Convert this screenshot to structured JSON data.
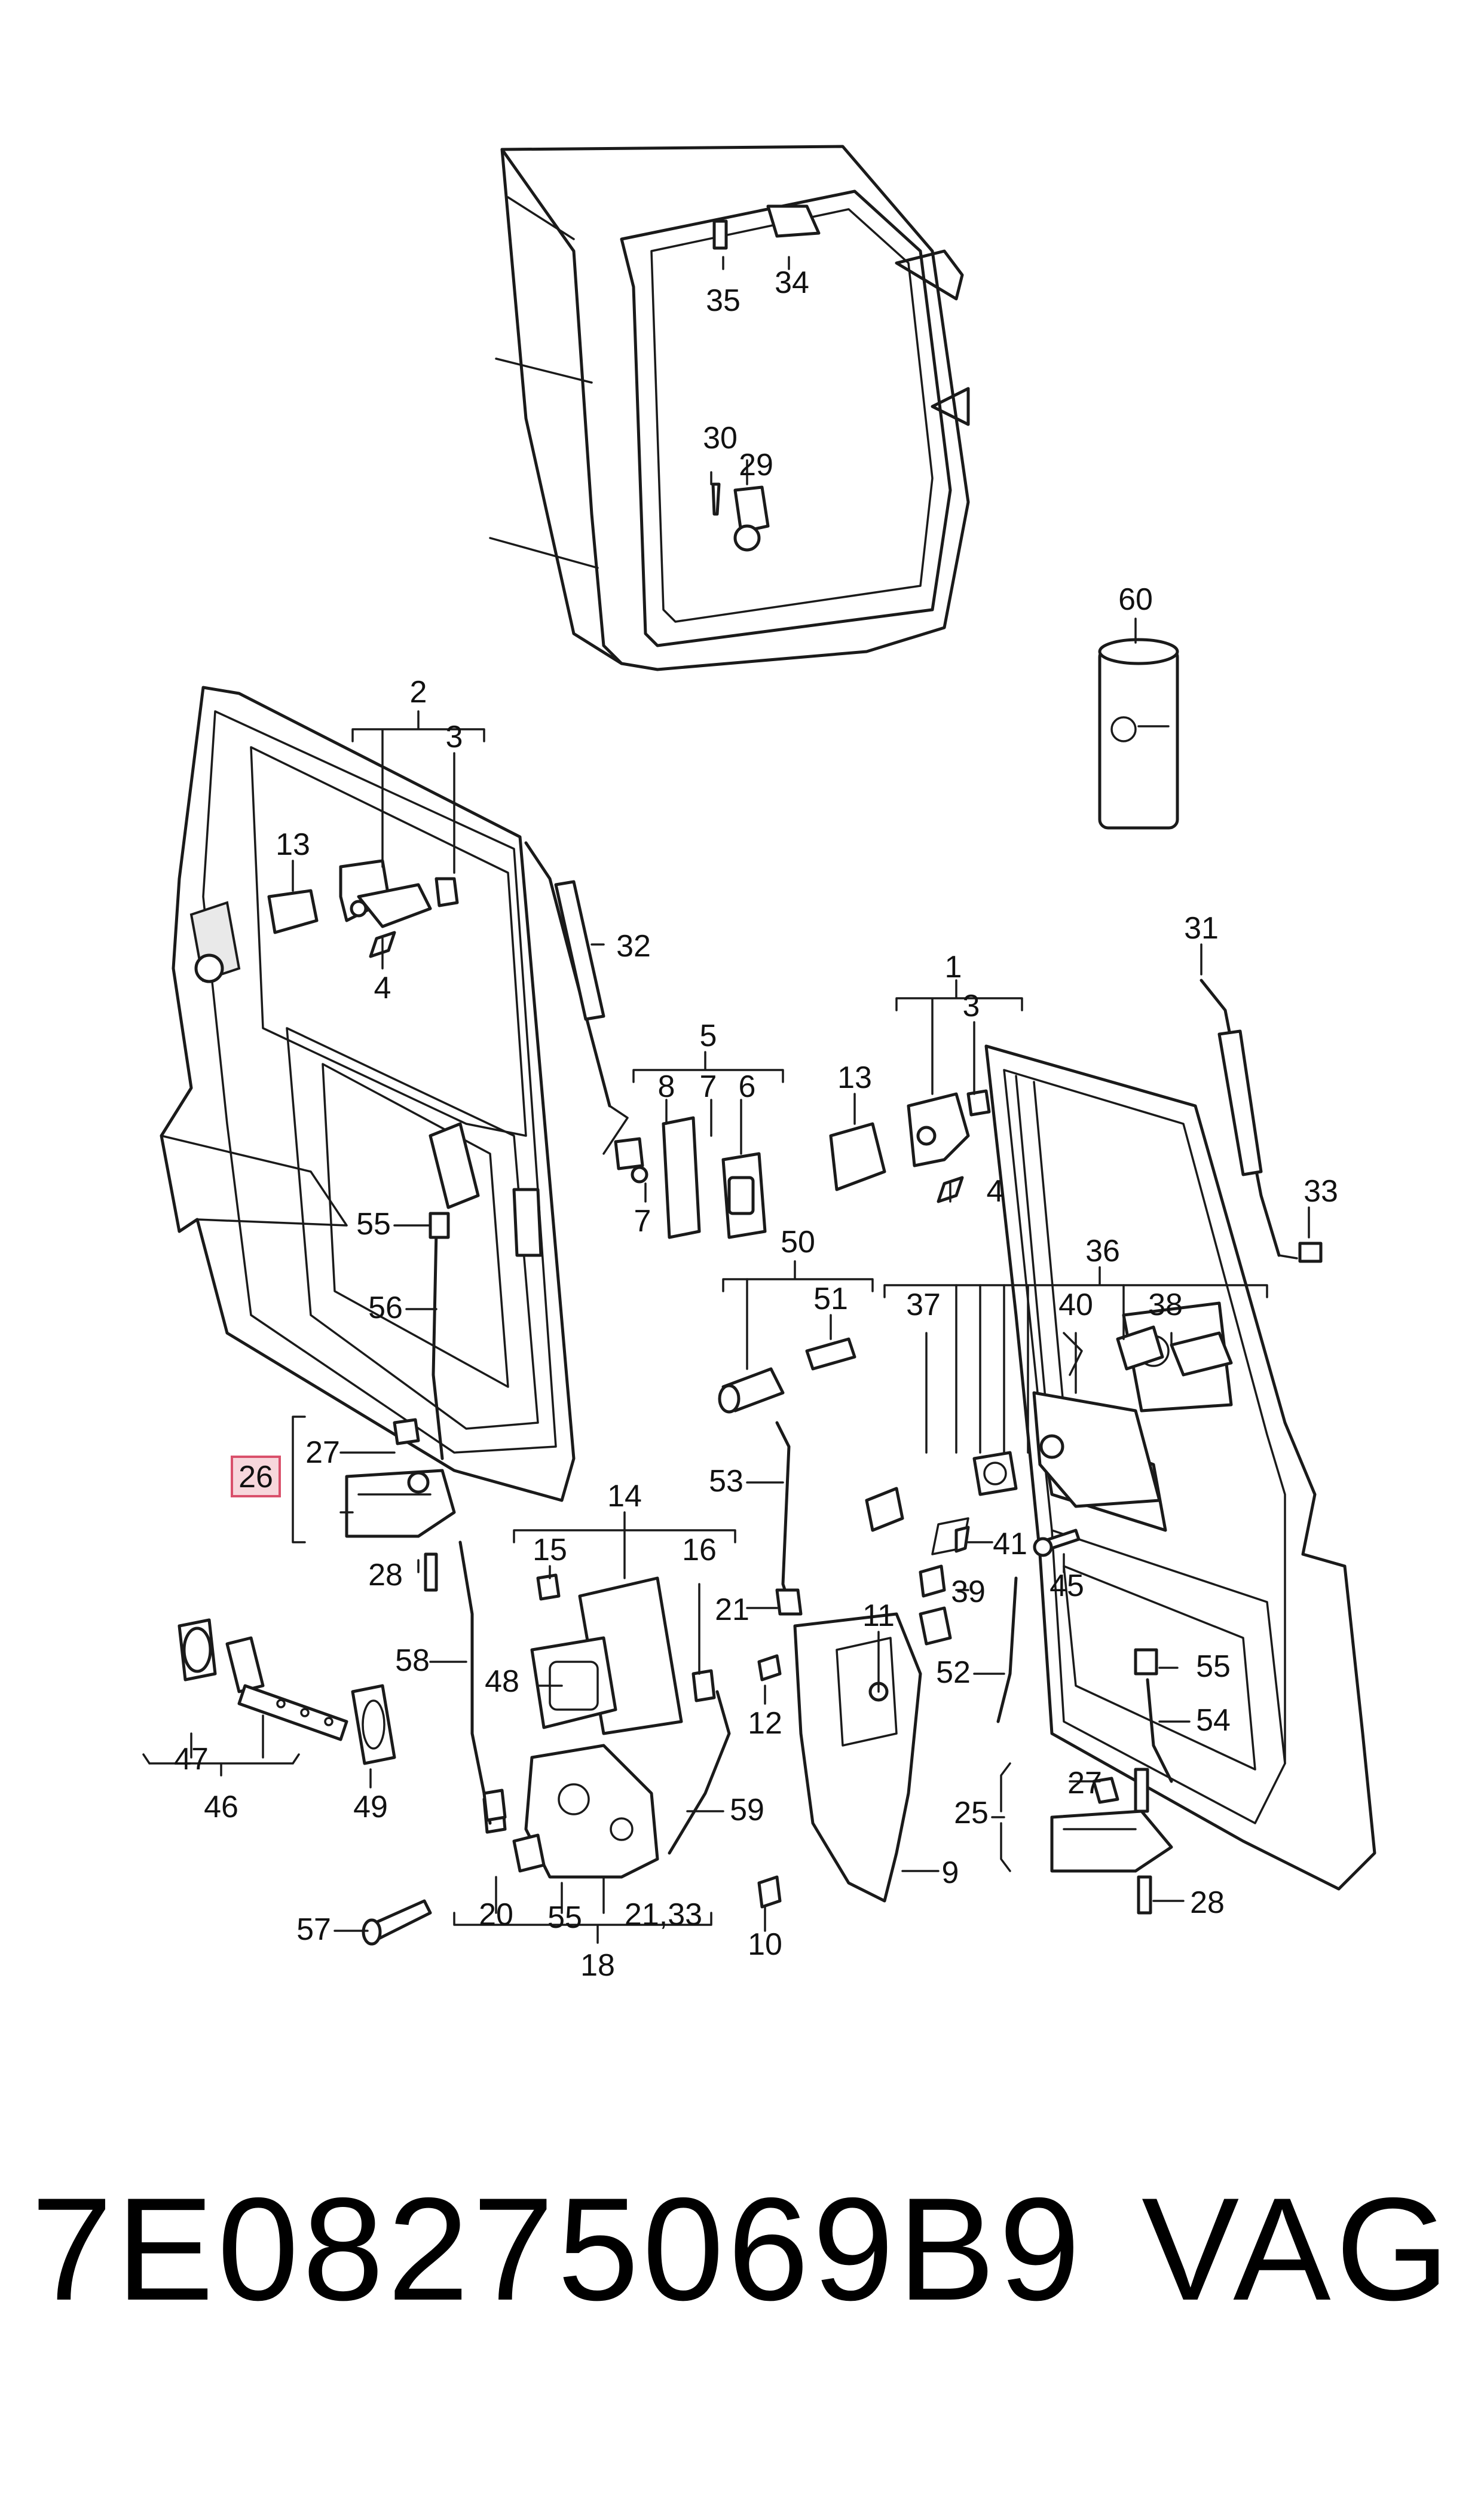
{
  "footer": {
    "part_number": "7E08275069B9",
    "brand": "VAG"
  },
  "highlight": {
    "label": "26",
    "color": "#f7d7dc",
    "border_color": "#d9506b"
  },
  "callouts": [
    "1",
    "2",
    "3",
    "3",
    "4",
    "4",
    "5",
    "6",
    "7",
    "7",
    "8",
    "9",
    "10",
    "11",
    "12",
    "13",
    "13",
    "14",
    "15",
    "16",
    "18",
    "20",
    "21",
    "21,33",
    "25",
    "26",
    "27",
    "27",
    "28",
    "28",
    "29",
    "30",
    "31",
    "32",
    "33",
    "34",
    "35",
    "36",
    "37",
    "38",
    "39",
    "40",
    "41",
    "45",
    "46",
    "47",
    "48",
    "49",
    "50",
    "51",
    "52",
    "53",
    "54",
    "55",
    "55",
    "55",
    "56",
    "57",
    "58",
    "59",
    "60"
  ]
}
